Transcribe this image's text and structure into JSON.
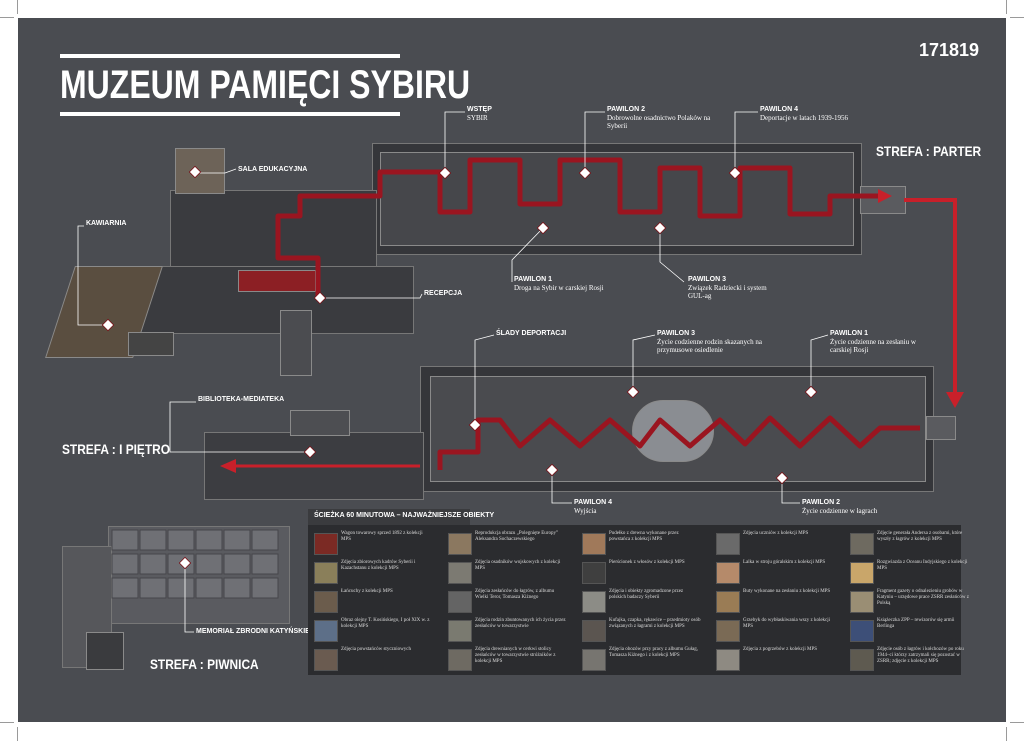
{
  "title": "MUZEUM PAMIĘCI SYBIRU",
  "code": "171819",
  "zones": {
    "parter": "STREFA : PARTER",
    "pietro": "STREFA : I PIĘTRO",
    "piwnica": "STREFA : PIWNICA"
  },
  "labels": {
    "sala": "SALA EDUKACYJNA",
    "kawiarnia": "KAWIARNIA",
    "recepcja": "RECEPCJA",
    "wstep_h": "WSTĘP",
    "wstep_t": "SYBIR",
    "p2_h": "PAWILON 2",
    "p2_t": "Dobrowolne osadnictwo Polaków na Syberii",
    "p4_h": "PAWILON 4",
    "p4_t": "Deportacje w latach 1939-1956",
    "p1_h": "PAWILON 1",
    "p1_t": "Droga na Sybir w carskiej Rosji",
    "p3_h": "PAWILON 3",
    "p3_t": "Związek Radziecki i system GUL-ag",
    "slady": "ŚLADY DEPORTACJI",
    "u3_h": "PAWILON 3",
    "u3_t": "Życie codzienne rodzin skazanych na przymusowe osiedlenie",
    "u1_h": "PAWILON 1",
    "u1_t": "Życie codzienne na zesłaniu w carskiej Rosji",
    "biblioteka": "BIBLIOTEKA-MEDIATEKA",
    "u4_h": "PAWILON 4",
    "u4_t": "Wyjścia",
    "u2_h": "PAWILON 2",
    "u2_t": "Życie codzienne w łagrach",
    "memorial": "MEMORIAŁ ZBRODNI KATYŃSKIEJ"
  },
  "legend": {
    "title": "ŚCIEŻKA 60 MINUTOWA – NAJWAŻNIEJSZE OBIEKTY",
    "items": [
      "Wagon towarowy sprzed 1892 z kolekcji MPS",
      "Zdjęcia zbiorowych kadrów Syberii i Kazachstanu z kolekcji MPS",
      "Łańcuchy z kolekcji MPS",
      "Obraz olejny T. Kosińskiego, I poł XIX w. z kolekcji MPS",
      "Zdjęcia powstańców styczniowych",
      "Reprodukcja obrazu „Polegnięte Europy” Aleksandra Sochaczewskiego",
      "Zdjęcia osadników wojskowych z kolekcji MPS",
      "Zdjęcia zesłańców do łagrów, z albumu Wielki Teror, Tomasza Kiżnego",
      "Zdjęcia rodzin zbuntowanych ich życia przez zesłańców w towarzystwie",
      "Zdjęcia drewnianych w cerkwi stolicy zesłańców w towarzystwie stróżników z kolekcji MPS",
      "Pudełko z drewna wykonane przez powstańca z kolekcji MPS",
      "Pierścionek z włosów z kolekcji MPS",
      "Zdjęcia i obiekty zgromadzone przez polskich badaczy Syberii",
      "Kufajka, czapka, rękawice – przedmioty osób związanych z łagrami z kolekcji MPS",
      "Zdjęcia obozów przy pracy z albumu Gułag, Tomasza Kiżnego i z kolekcji MPS",
      "Zdjęcia uczniów z kolekcji MPS",
      "Lalka w stroju góralskim z kolekcji MPS",
      "Buty wykonane na zesłaniu z kolekcji MPS",
      "Grzebyk do wybłaskiwania wszy z kolekcji MPS",
      "Zdjęcia z pogrzebów z kolekcji MPS",
      "Zdjęcie generała Andersa z osobami, które wyszły z łagrów z kolekcji MPS",
      "Rozgwiazda z Oceanu Indyjskiego z kolekcji MPS",
      "Fragment gazety o odnalezieniu grobów w Katyniu – urzędowe prace ZSRR zesłańców z Polską",
      "Książeczka ZPP – rewizorów się armii Berlinga",
      "Zdjęcie osób z łagrów i kołchozów po roku 1944–ci którzy zatrzymali się pozostać w ZSRR; zdjęcie z kolekcji MPS"
    ]
  },
  "colors": {
    "background": "#4a4c51",
    "route": "#9a1520",
    "arrow": "#c8202a",
    "text": "#ffffff"
  }
}
